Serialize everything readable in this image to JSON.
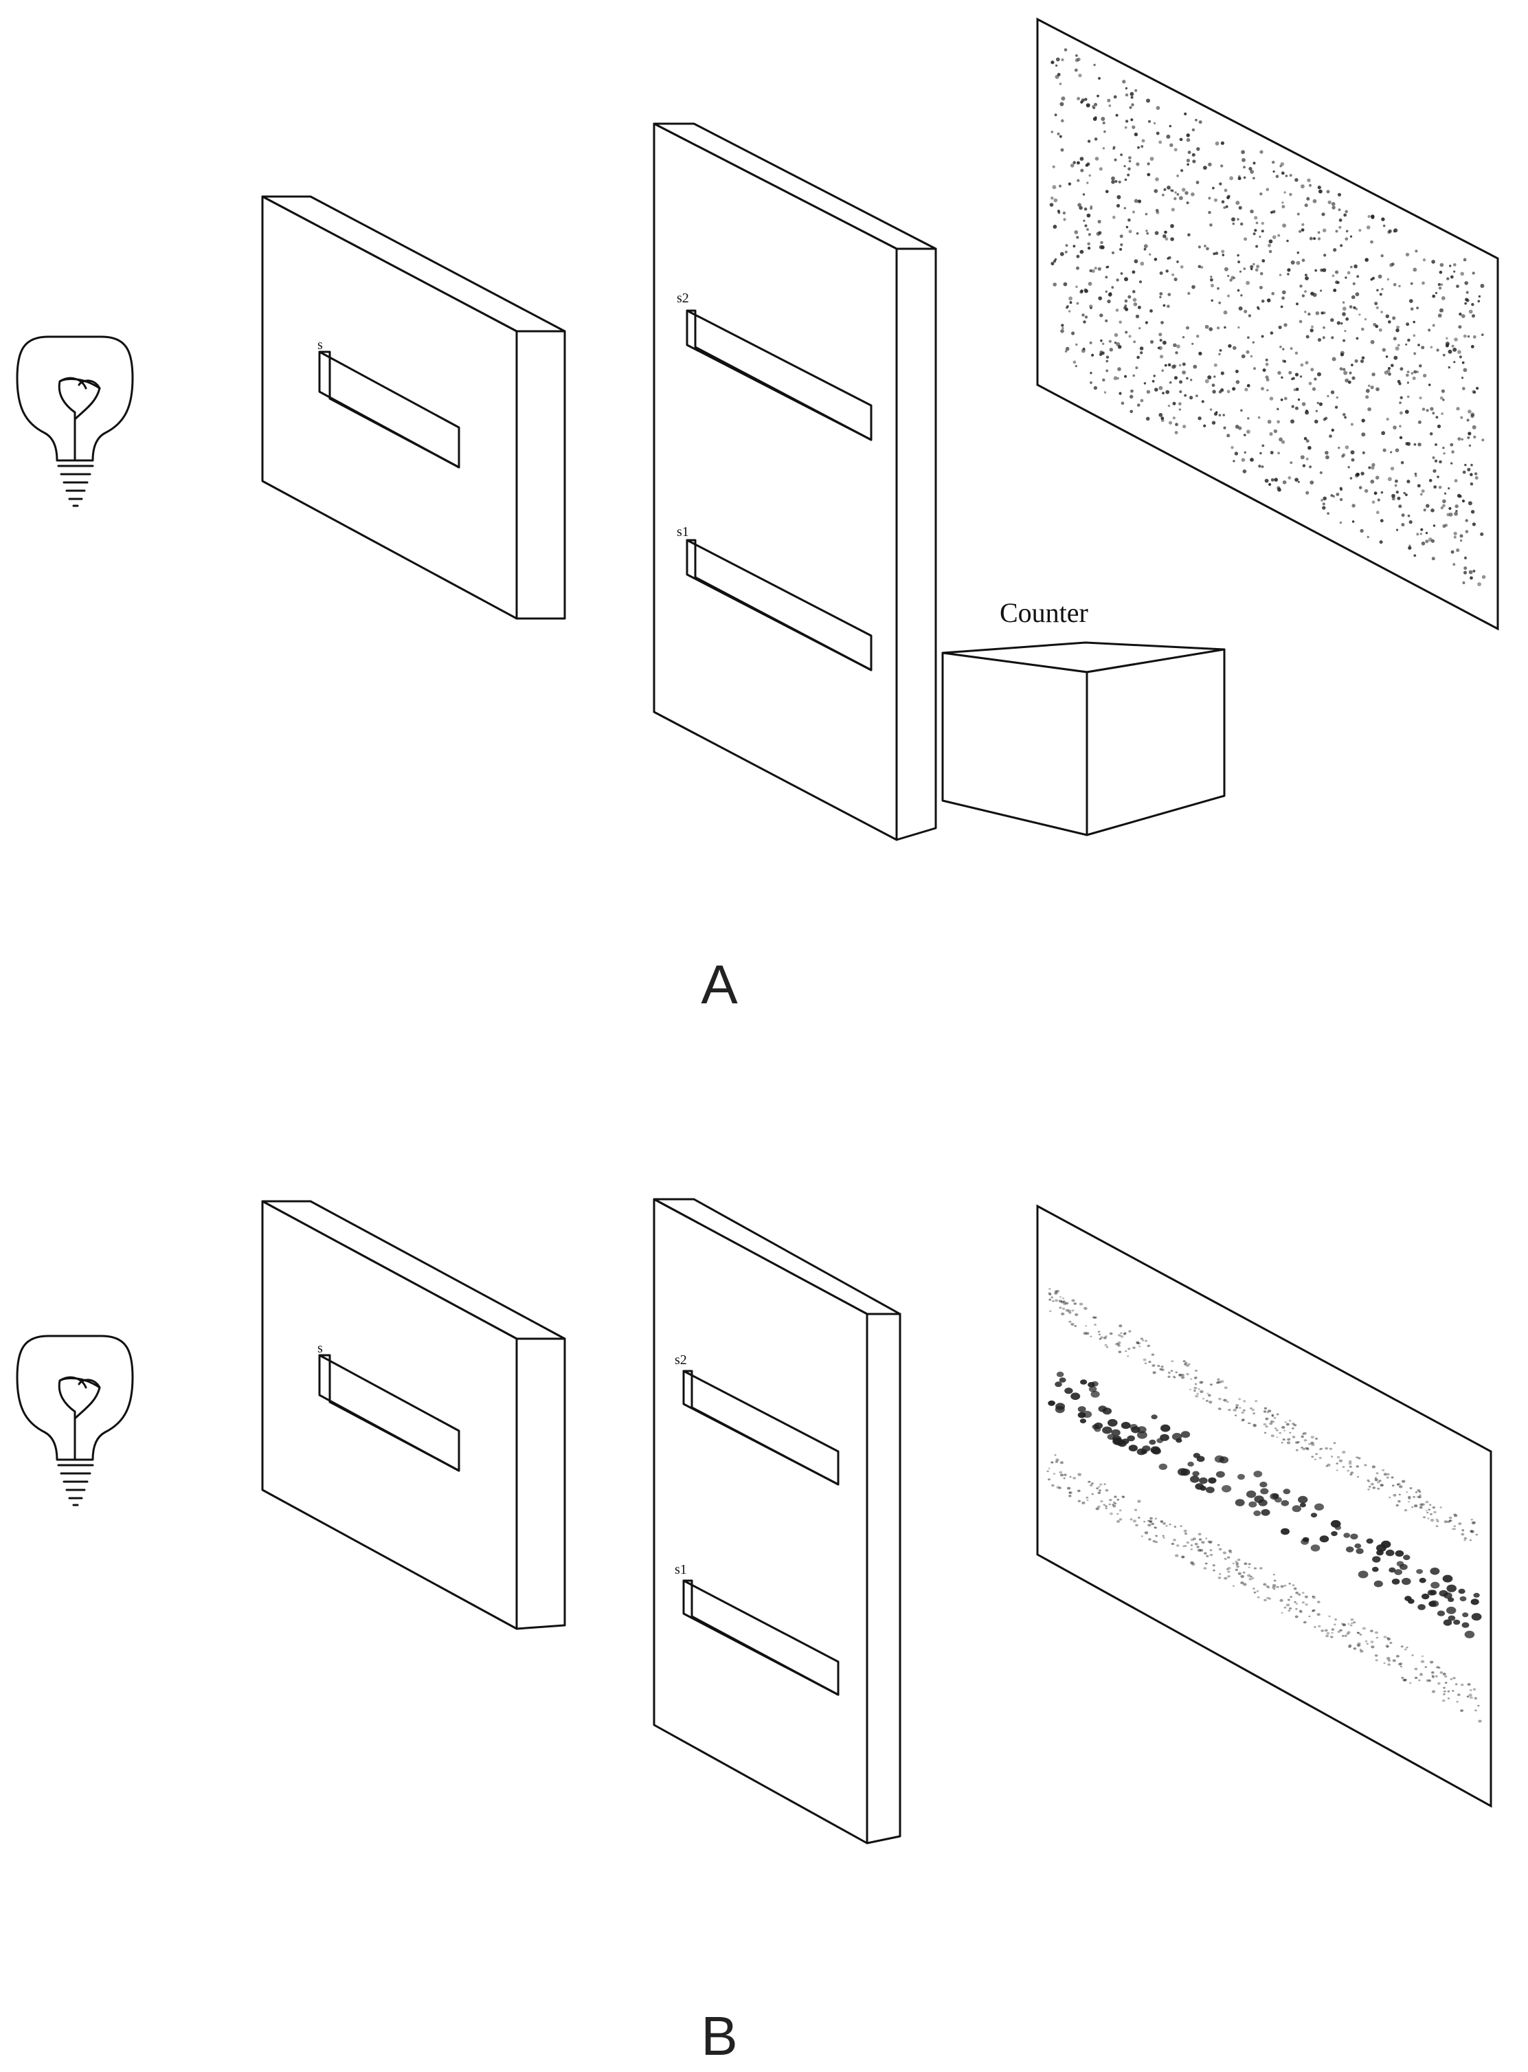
{
  "panels": [
    {
      "id": "A",
      "label": "A",
      "first_slit_mark": "s",
      "upper_slit_mark": "s2",
      "lower_slit_mark": "s1",
      "counter_label": "Counter",
      "pattern": "uniform scatter"
    },
    {
      "id": "B",
      "label": "B",
      "first_slit_mark": "s",
      "upper_slit_mark": "s2",
      "lower_slit_mark": "s1",
      "pattern": "interference bands"
    }
  ],
  "colors": {
    "line": "#111111",
    "dot": "#222222",
    "background": "#ffffff"
  },
  "icons": [
    "light-bulb-icon"
  ]
}
